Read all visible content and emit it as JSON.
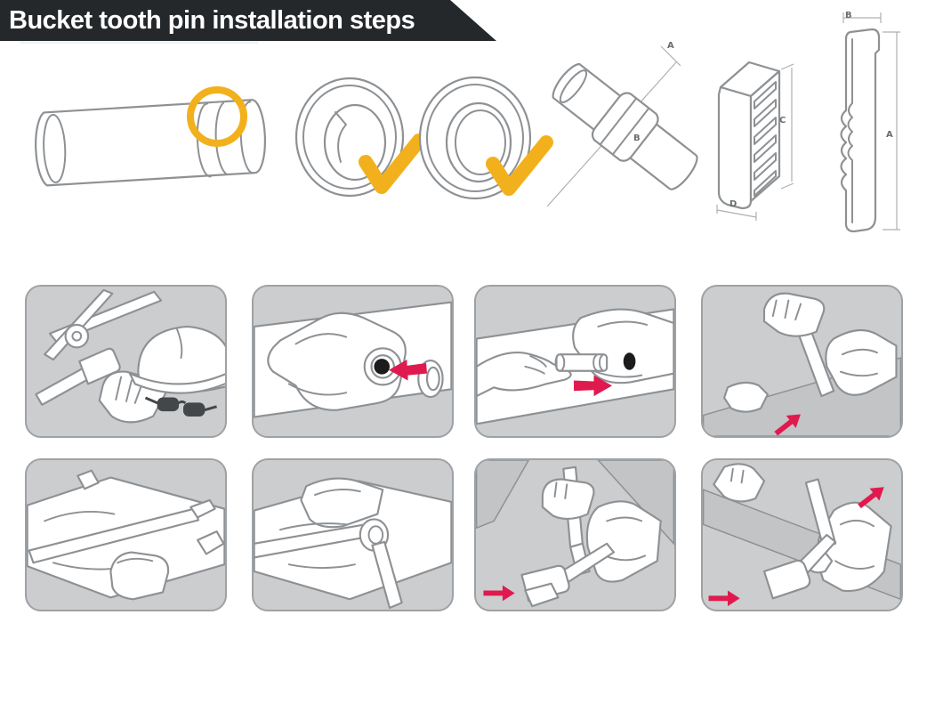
{
  "banner": {
    "title": "Bucket tooth pin installation steps"
  },
  "colors": {
    "banner_bg": "#24282B",
    "highlight_yellow": "#F2B11C",
    "arrow_red": "#E01A4E",
    "panel_bg": "#CBCDCE",
    "panel_border": "#9FA2A5",
    "line_art": "#8E9194"
  },
  "parts": {
    "pin_with_groove": {
      "icon": "pin-with-groove-highlight-icon"
    },
    "rubber_lock_front": {
      "icon": "rubber-lock-ring-icon",
      "mark": "yellow-check"
    },
    "rubber_lock_back": {
      "icon": "rubber-lock-ring-icon",
      "mark": "yellow-check"
    },
    "assembled_pin": {
      "dim_a": "A",
      "dim_b": "B"
    },
    "lock_block": {
      "dim_c": "C",
      "dim_d": "D"
    },
    "pin_side_view": {
      "dim_a": "A",
      "dim_b": "B"
    }
  },
  "steps": [
    {
      "name": "prepare-tools"
    },
    {
      "name": "insert-rubber-lock-into-tooth"
    },
    {
      "name": "push-pin-by-hand"
    },
    {
      "name": "hammer-pin-in"
    },
    {
      "name": "seat-pin-with-bar"
    },
    {
      "name": "drive-punch-through-adapter"
    },
    {
      "name": "hammer-punch-to-seat"
    },
    {
      "name": "remove-tooth-reverse"
    }
  ]
}
